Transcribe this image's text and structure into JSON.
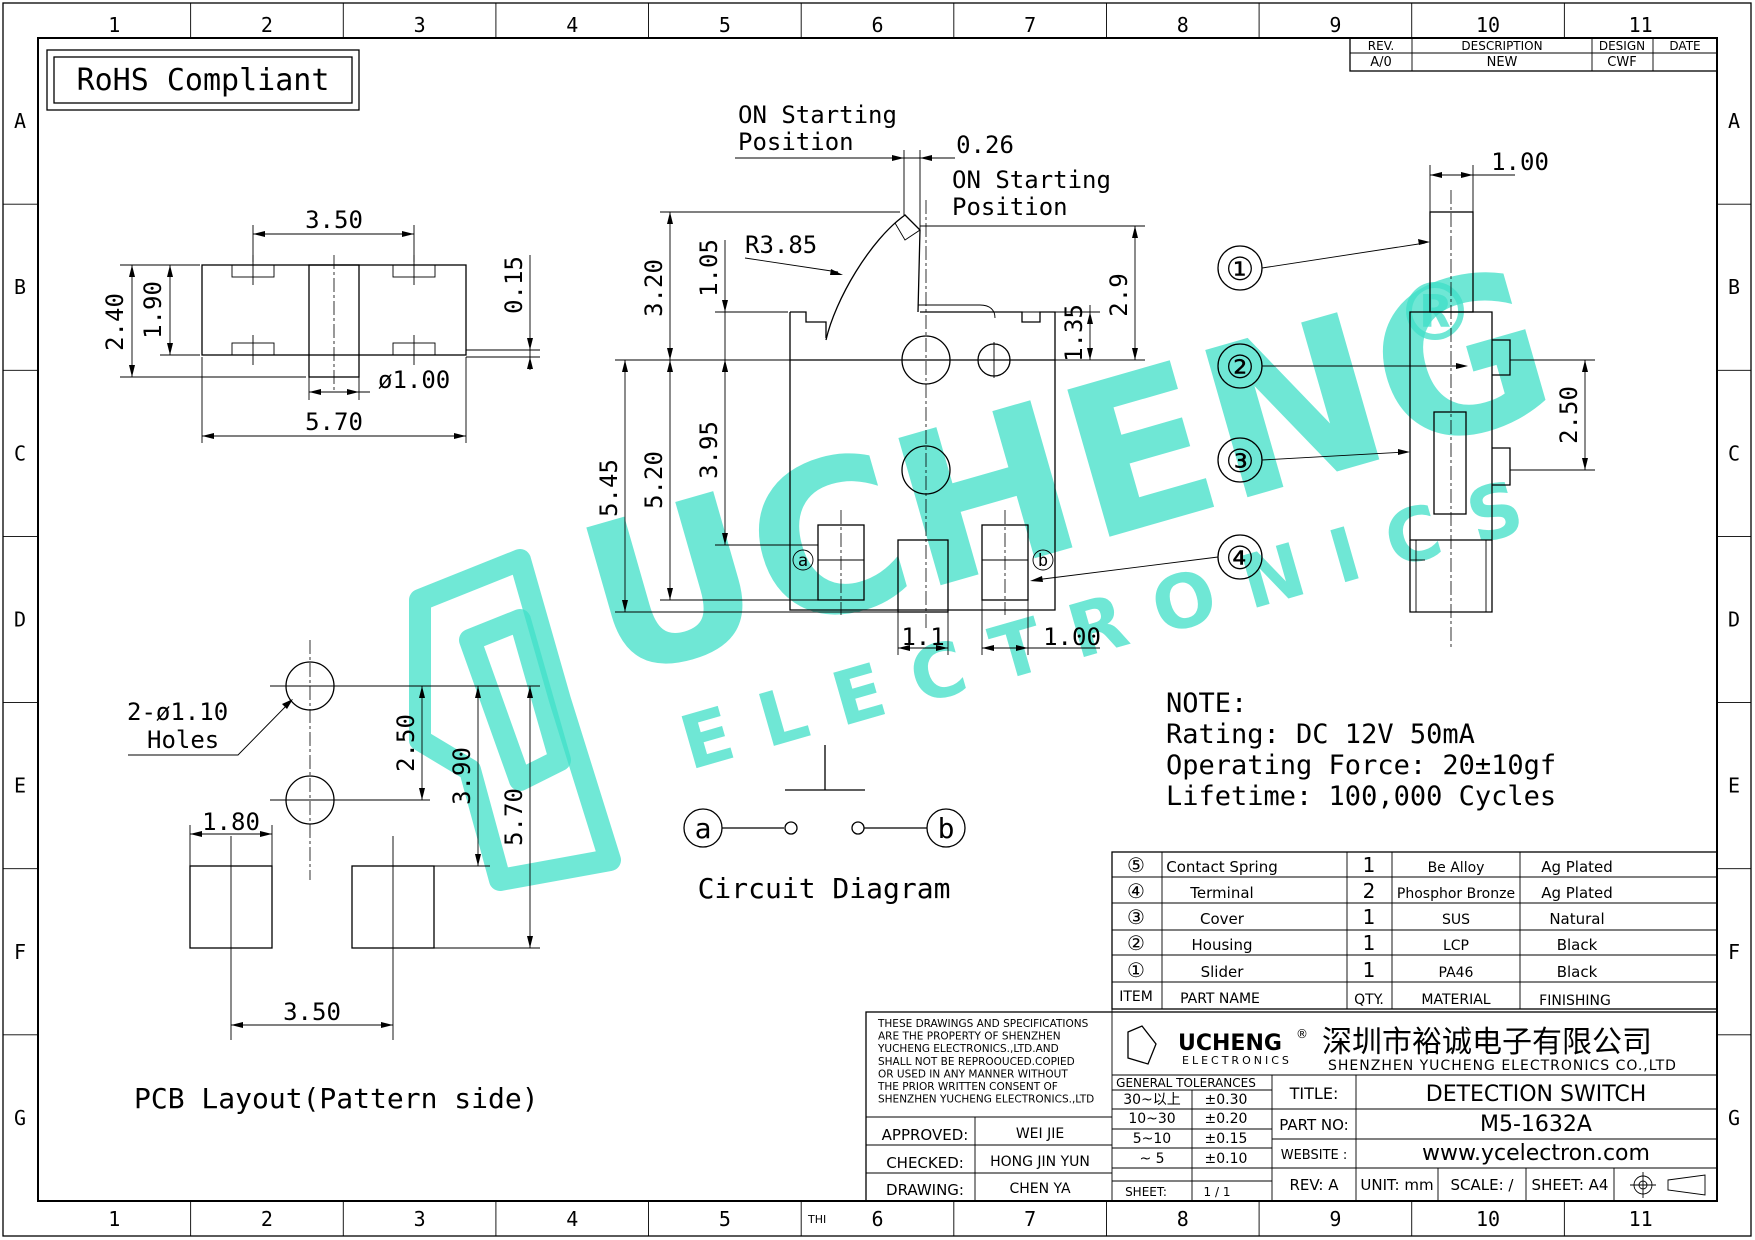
{
  "grid": {
    "cols": [
      "1",
      "2",
      "3",
      "4",
      "5",
      "6",
      "7",
      "8",
      "9",
      "10",
      "11"
    ],
    "rows": [
      "A",
      "B",
      "C",
      "D",
      "E",
      "F",
      "G"
    ]
  },
  "rohs": "RoHS Compliant",
  "revision_table": {
    "headers": [
      "REV.",
      "DESCRIPTION",
      "DESIGN",
      "DATE"
    ],
    "row": [
      "A/0",
      "NEW",
      "CWF",
      ""
    ]
  },
  "top_view": {
    "dims": [
      "3.50",
      "2.40",
      "1.90",
      "0.15",
      "ø1.00",
      "5.70"
    ]
  },
  "front_view": {
    "on_start_1": [
      "ON Starting",
      "Position"
    ],
    "on_start_2": [
      "ON Starting",
      "Position"
    ],
    "dims": [
      "0.26",
      "R3.85",
      "3.20",
      "1.05",
      "2.9",
      "1.35",
      "5.45",
      "5.20",
      "3.95",
      "1.1",
      "1.00"
    ],
    "terminals": [
      "a",
      "b"
    ]
  },
  "side_view": {
    "dims": [
      "1.00",
      "2.50"
    ],
    "callouts": [
      "①",
      "②",
      "③",
      "④"
    ]
  },
  "watermark": {
    "brand": "UCHENG",
    "sub": "ELECTRONICS",
    "reg": "®"
  },
  "pcb": {
    "holes": [
      "2-ø1.10",
      "Holes"
    ],
    "dims": [
      "2.50",
      "3.90",
      "5.70",
      "1.80",
      "3.50"
    ],
    "caption": "PCB Layout(Pattern side)"
  },
  "circuit": {
    "caption": "Circuit Diagram",
    "a": "a",
    "b": "b"
  },
  "note": {
    "lines": [
      "NOTE:",
      "Rating: DC 12V  50mA",
      "Operating Force: 20±10gf",
      "Lifetime: 100,000 Cycles"
    ]
  },
  "bom": {
    "rows": [
      {
        "item": "⑤",
        "name": "Contact Spring",
        "qty": "1",
        "material": "Be Alloy",
        "finish": "Ag Plated"
      },
      {
        "item": "④",
        "name": "Terminal",
        "qty": "2",
        "material": "Phosphor Bronze",
        "finish": "Ag Plated"
      },
      {
        "item": "③",
        "name": "Cover",
        "qty": "1",
        "material": "SUS",
        "finish": "Natural"
      },
      {
        "item": "②",
        "name": "Housing",
        "qty": "1",
        "material": "LCP",
        "finish": "Black"
      },
      {
        "item": "①",
        "name": "Slider",
        "qty": "1",
        "material": "PA46",
        "finish": "Black"
      }
    ],
    "header": {
      "item": "ITEM",
      "name": "PART NAME",
      "qty": "QTY.",
      "material": "MATERIAL",
      "finish": "FINISHING"
    }
  },
  "title_block": {
    "notice": [
      "THESE DRAWINGS AND SPECIFICATIONS",
      "ARE THE PROPERTY OF SHENZHEN",
      "YUCHENG ELECTRONICS.,LTD.AND",
      "SHALL NOT BE REPROOUCED.COPIED",
      "OR USED IN ANY MANNER WITHOUT",
      "THE PRIOR WRITTEN CONSENT OF",
      "SHENZHEN YUCHENG ELECTRONICS.,LTD"
    ],
    "logo_main": "UCHENG",
    "logo_sub": "ELECTRONICS",
    "logo_reg": "®",
    "company_cn": "深圳市裕诚电子有限公司",
    "company_en": "SHENZHEN YUCHENG ELECTRONICS CO.,LTD",
    "approved_label": "APPROVED:",
    "approved": "WEI JIE",
    "checked_label": "CHECKED:",
    "checked": "HONG JIN YUN",
    "drawing_label": "DRAWING:",
    "drawing": "CHEN YA",
    "tol_title": "GENERAL TOLERANCES",
    "tolerances": [
      [
        "30~以上",
        "±0.30"
      ],
      [
        "10~30",
        "±0.20"
      ],
      [
        "5~10",
        "±0.15"
      ],
      [
        "~ 5",
        "±0.10"
      ]
    ],
    "sheet_label": "SHEET:",
    "sheet": "1 / 1",
    "title_label": "TITLE:",
    "title": "DETECTION SWITCH",
    "partno_label": "PART NO:",
    "partno": "M5-1632A",
    "website_label": "WEBSITE :",
    "website": "www.ycelectron.com",
    "rev": "REV: A",
    "unit": "UNIT: mm",
    "scale": "SCALE: /",
    "sheet_size": "SHEET: A4",
    "thi": "THI"
  }
}
